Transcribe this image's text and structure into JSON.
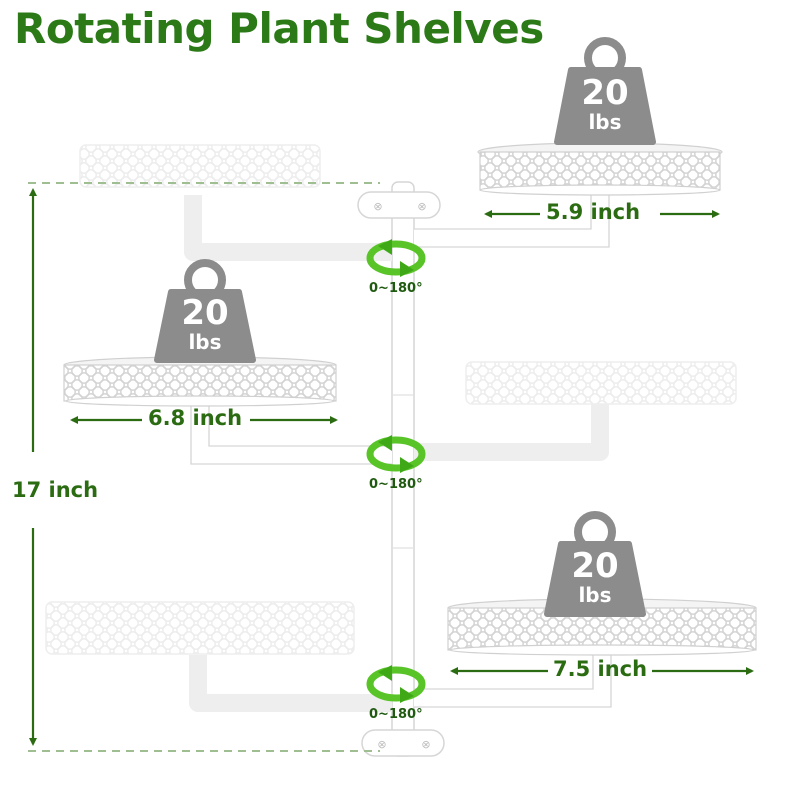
{
  "title": "Rotating Plant Shelves",
  "height_label": "17 inch",
  "rotation_label": "0~180°",
  "shelves": [
    {
      "width_label": "5.9 inch",
      "weight_value": "20",
      "weight_unit": "lbs"
    },
    {
      "width_label": "6.8 inch",
      "weight_value": "20",
      "weight_unit": "lbs"
    },
    {
      "width_label": "7.5 inch",
      "weight_value": "20",
      "weight_unit": "lbs"
    }
  ],
  "colors": {
    "title_green": "#2b7a17",
    "label_green": "#2b6b12",
    "weight_gray": "#8c8c8c",
    "rotate_icon_green": "#58c427",
    "shelf_white": "#ffffff",
    "shelf_outline": "#dcdcdc"
  },
  "icons": [
    "weight-icon",
    "rotate-arrow-icon",
    "screw-mount-icon",
    "dimension-arrow-icon"
  ]
}
